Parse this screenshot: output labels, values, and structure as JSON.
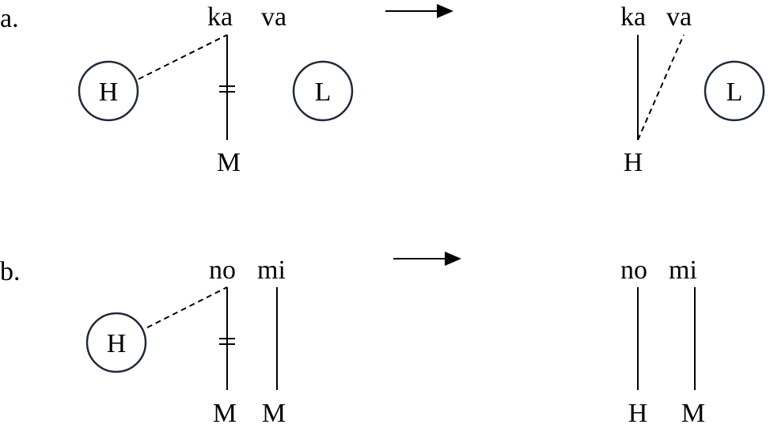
{
  "panel_a": {
    "label": "a.",
    "before": {
      "syllables": [
        "ka",
        "va"
      ],
      "floating_tones": [
        "H",
        "L"
      ],
      "linked_tone": "M"
    },
    "after": {
      "syllables": [
        "ka",
        "va"
      ],
      "floating_tone": "L",
      "linked_tone": "H"
    }
  },
  "panel_b": {
    "label": "b.",
    "before": {
      "syllables": [
        "no",
        "mi"
      ],
      "floating_tone": "H",
      "linked_tones": [
        "M",
        "M"
      ]
    },
    "after": {
      "syllables": [
        "no",
        "mi"
      ],
      "linked_tones": [
        "H",
        "M"
      ]
    }
  }
}
